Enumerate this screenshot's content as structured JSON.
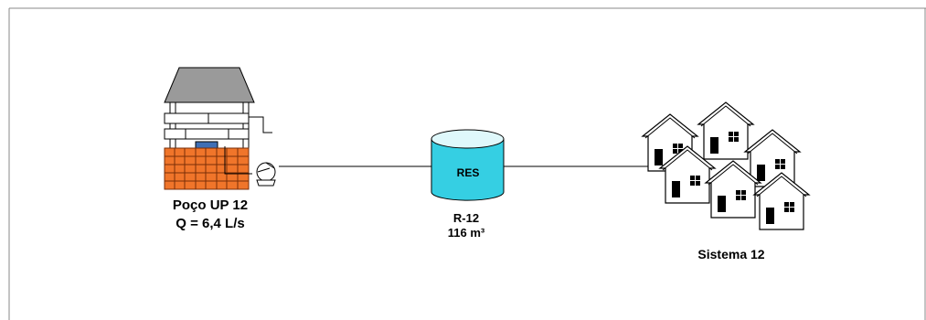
{
  "well": {
    "name": "Poço UP 12",
    "flow": "Q = 6,4 L/s"
  },
  "reservoir": {
    "tag": "RES",
    "name": "R-12",
    "volume": "116 m³"
  },
  "system": {
    "name": "Sistema 12"
  },
  "colors": {
    "pipe": "#000000",
    "well_roof": "#9a9a9a",
    "well_base": "#f0752a",
    "well_grid": "#7a2e08",
    "well_cap": "#3f6fb5",
    "tank_body": "#35cfe3",
    "tank_top": "#dff8fb",
    "house_outline": "#000000",
    "border": "#888888"
  }
}
